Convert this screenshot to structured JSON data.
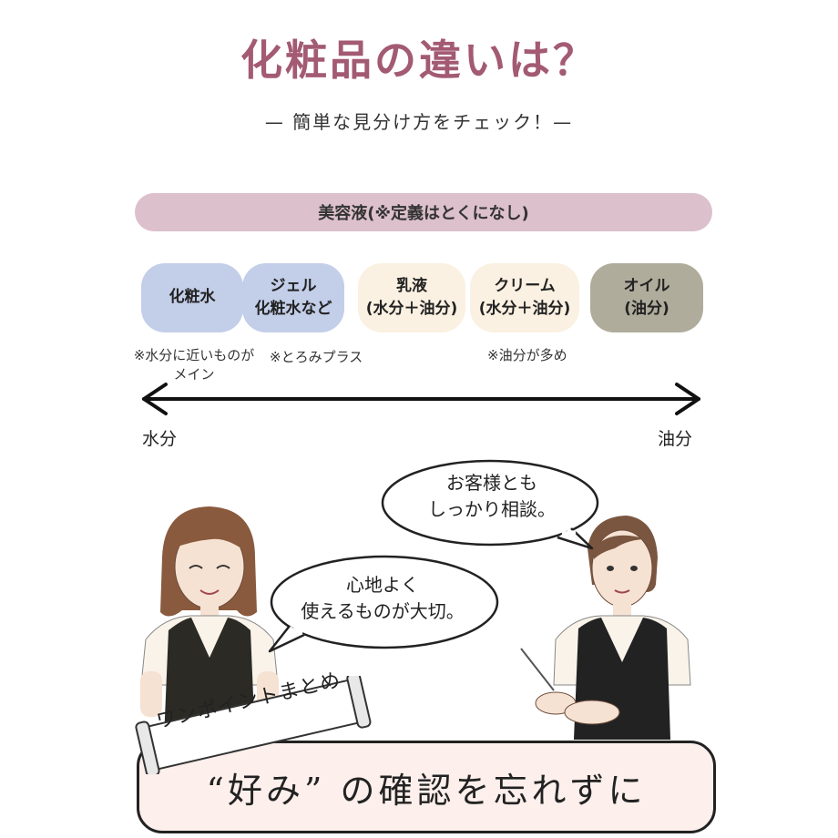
{
  "title": "化粧品の違いは？",
  "subtitle": "— 簡単な見分け方をチェック！—",
  "serum_bar": "美容液(※定義はとくになし)",
  "categories": [
    {
      "label": "化粧水",
      "color": "#c3cee9"
    },
    {
      "label": "ジェル\n化粧水など",
      "color": "#c3cee9"
    },
    {
      "label": "乳液\n(水分＋油分)",
      "color": "#fbf1e2"
    },
    {
      "label": "クリーム\n(水分＋油分)",
      "color": "#fbf1e2"
    },
    {
      "label": "オイル\n(油分)",
      "color": "#b0ac9c"
    }
  ],
  "notes": {
    "water": "※水分に近いものが\nメイン",
    "thick": "※とろみプラス",
    "oil": "※油分が多め"
  },
  "axis": {
    "left": "水分",
    "right": "油分"
  },
  "bubbles": {
    "right_speaker": "お客様とも\nしっかり相談。",
    "left_speaker": "心地よく\n使えるものが大切。"
  },
  "banner": "ワンポイントまとめ",
  "summary": "“好み” の確認を忘れずに"
}
